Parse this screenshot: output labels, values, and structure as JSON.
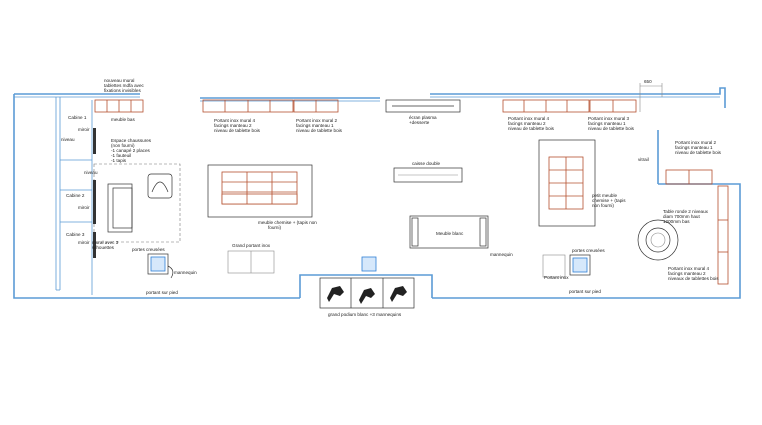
{
  "colors": {
    "wall": "#5b9bd5",
    "shelf": "#b5502f",
    "line": "#333333",
    "accent": "#2f7fd6"
  },
  "labels": {
    "nouveau_mural": [
      "nouveau mural",
      "tablettes mdfa avec",
      "fixations invisibles"
    ],
    "meuble_bas": "meuble bas",
    "portant_4_left": [
      "Portant inox mural 4",
      "facings manteau 2",
      "niveau de tablette bois"
    ],
    "portant_2_left": [
      "Portant inox mural 2",
      "facings manteau 1",
      "niveau de tablette bois"
    ],
    "ecran_plasma": [
      "écran plasma",
      "+desserte"
    ],
    "portant_4_right": [
      "Portant inox mural 4",
      "facings manteau 2",
      "niveau de tablette bois"
    ],
    "portant_3_right": [
      "Portant inox mural 3",
      "facings manteau 1",
      "niveau de tablette bois"
    ],
    "dim_650": "650",
    "cabine_1": "Cabine 1",
    "miroir_1": "miroir",
    "niveau_1": "niveau",
    "espace_chaussures": [
      "Espace chaussures",
      "(non fourni)",
      "-1 canapé 2 places",
      "-1 fauteuil",
      "-1 tapis"
    ],
    "niveau_2": "niveau",
    "cabine_2": "Cabine 2",
    "miroir_2": "miroir",
    "cabine_3": "Cabine 3",
    "miroir_3": "miroir",
    "mural_silhouettes": [
      "mural avec 3",
      "silhouettes"
    ],
    "caisse_double": "caisse double",
    "meuble_chemise_center": [
      "meuble chemise + (tapis non",
      "fourni)"
    ],
    "meuble_blanc": "Meuble blanc",
    "mannequin_center": "mannequin",
    "petit_meuble": [
      "petit meuble",
      "chemise + (tapis",
      "non fourni)"
    ],
    "vitrail": "vitrail",
    "portant_2_far_right": [
      "Portant inox mural 2",
      "facings manteau 1",
      "niveau de tablette bois"
    ],
    "table_ronde": [
      "Table ronde 2 niveaux",
      "diam 700mm haut",
      "1200mm bas"
    ],
    "portant_4_bottom_right": [
      "Portant inox mural 4",
      "facings manteau 2",
      "niveaux de tablettes bois"
    ],
    "portes_creusees_left": "portes creusées",
    "mannequin_left": "mannequin",
    "grand_portant": "Grand portant inox",
    "portant_sur_pied_left": "portant sur pied",
    "grand_podium": "grand podium blanc +3 mannequins",
    "portant_inox_right": "Portant inox",
    "portes_creusees_right": "portes creusées",
    "portant_sur_pied_right": "portant sur pied"
  }
}
